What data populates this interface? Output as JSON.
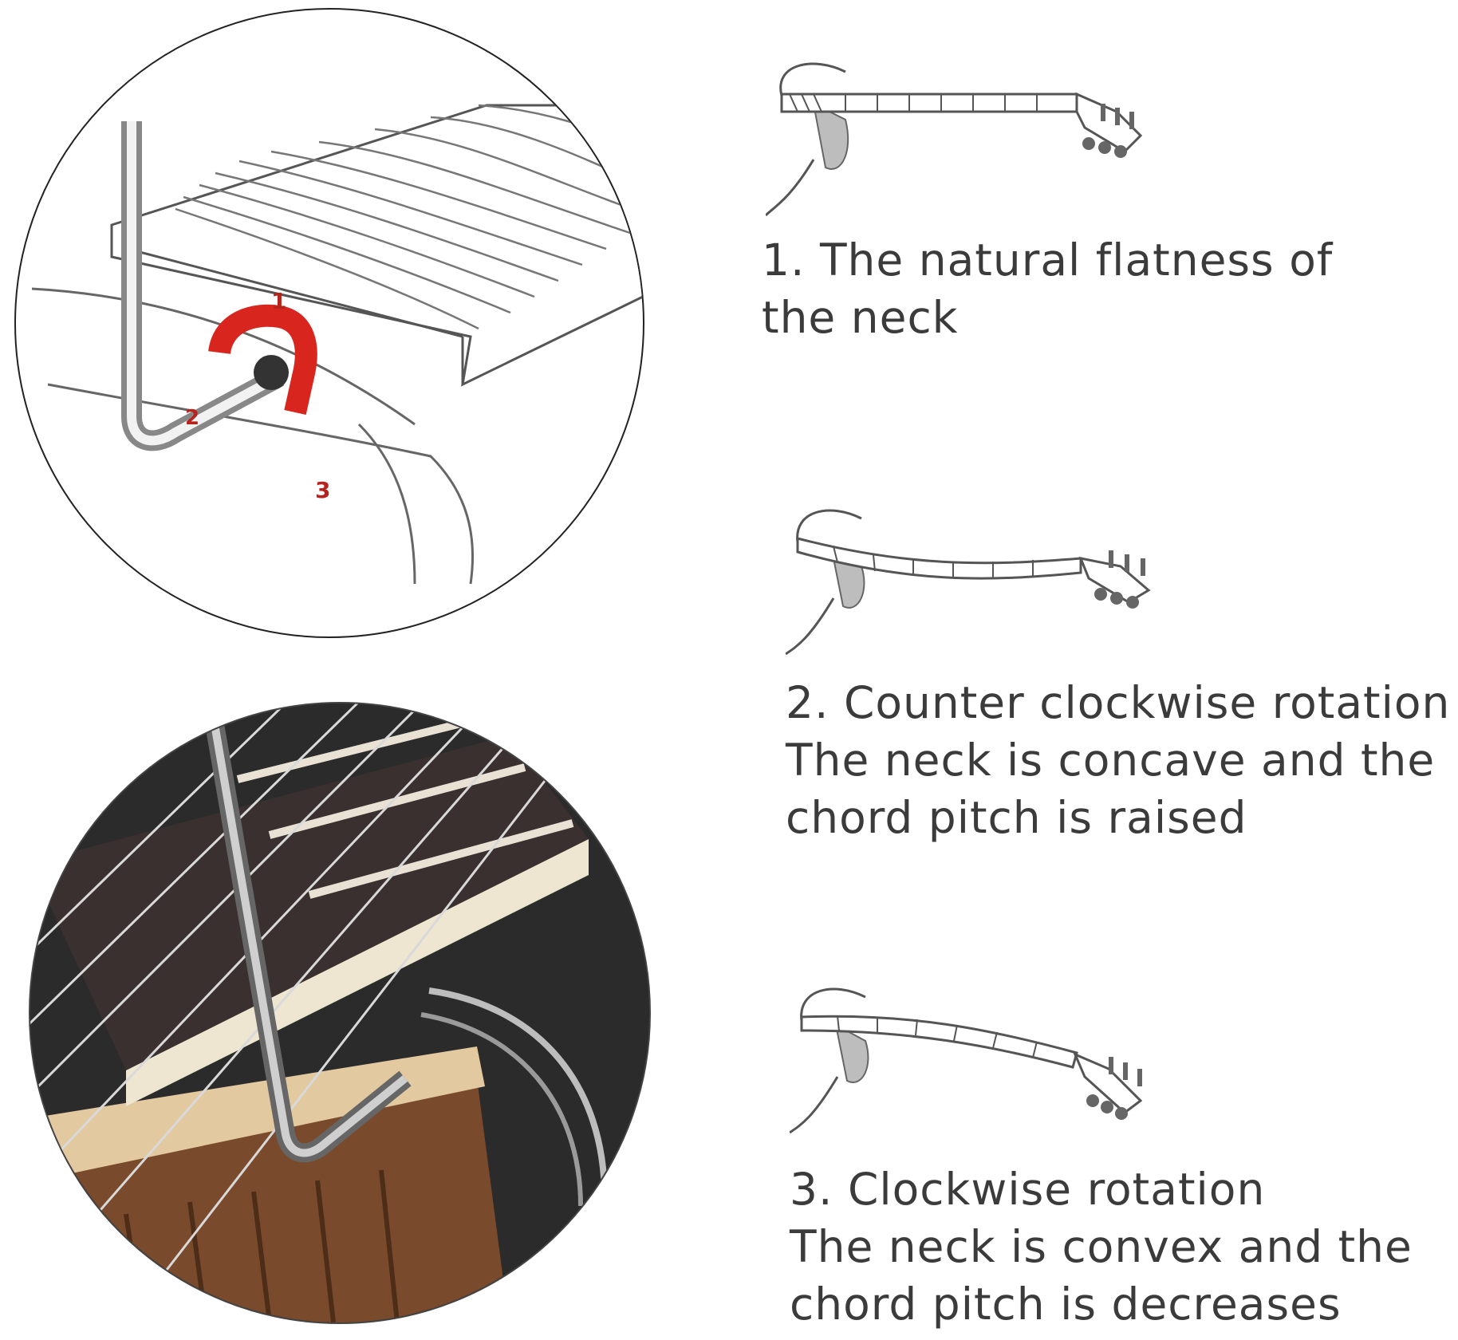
{
  "steps": [
    {
      "lines": [
        "1. The natural flatness of",
        "the neck"
      ]
    },
    {
      "lines": [
        "2. Counter clockwise rotation",
        "The neck is concave and the",
        "chord pitch is raised"
      ]
    },
    {
      "lines": [
        "3. Clockwise rotation",
        "The neck is convex and the",
        "chord pitch is decreases"
      ]
    }
  ],
  "rotation_marks": [
    "1",
    "2",
    "3"
  ],
  "colors": {
    "accent": "#d8261f",
    "line": "#555555"
  }
}
